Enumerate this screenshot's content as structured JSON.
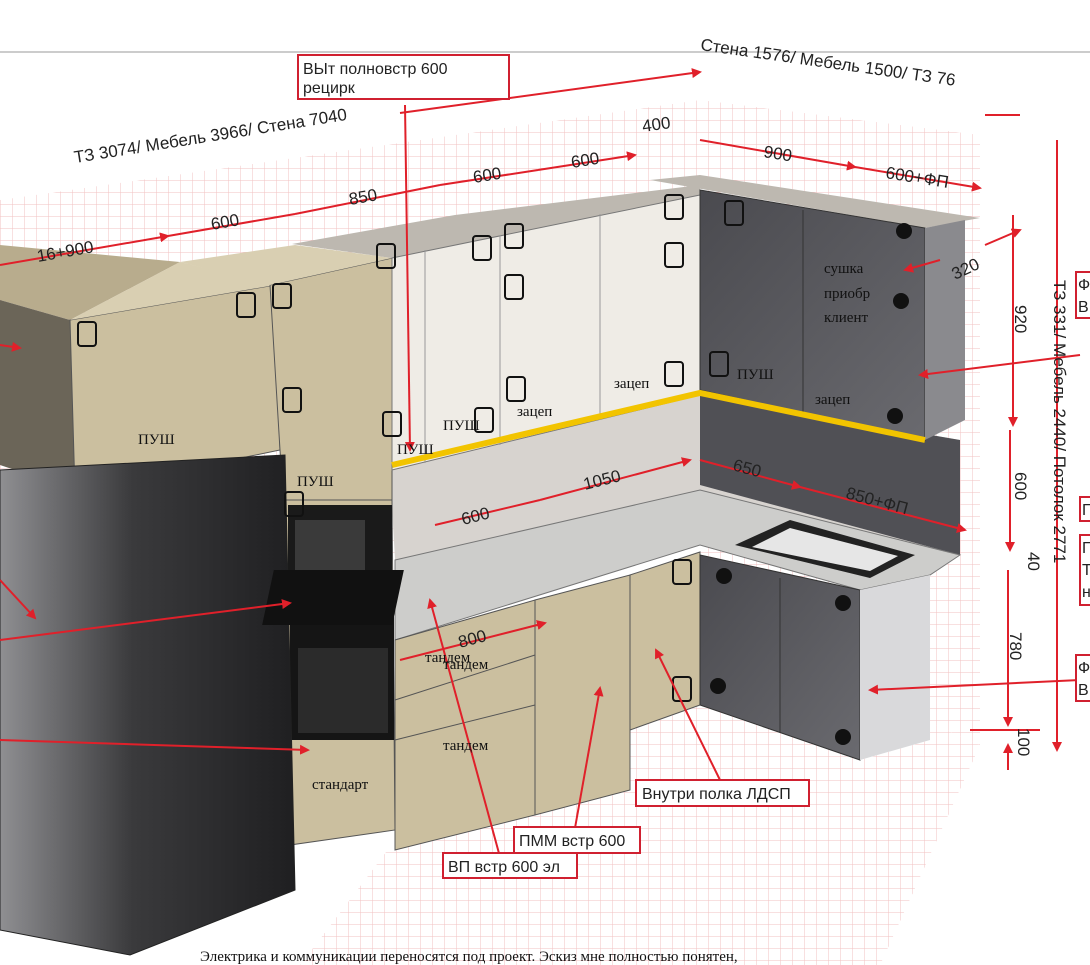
{
  "header": {
    "callout_hood": [
      "ВЫт полновстр 600",
      "рецирк"
    ],
    "dim_left_wall": "ТЗ  3074/  Мебель  3966/  Стена  7040",
    "dim_right_wall": "Стена  1576/  Мебель  1500/  ТЗ  76",
    "dim_vertical": "ТЗ  331/  Мебель  2440/  Потолок  2771"
  },
  "upper_dims": [
    "16+900",
    "600",
    "850",
    "600",
    "600",
    "400",
    "900",
    "600+ФП",
    "320"
  ],
  "vertical_dims": [
    "920",
    "600",
    "40",
    "780",
    "100"
  ],
  "lower_dims": [
    "600",
    "1050",
    "650",
    "850+ФП",
    "800"
  ],
  "notes": {
    "push": "ПУШ",
    "zacep": "зацеп",
    "tandem": "тандем",
    "standart": "стандарт",
    "dryer": [
      "сушка",
      "приобр",
      "клиент"
    ]
  },
  "callouts": {
    "shelf": "Внутри полка ЛДСП",
    "dishwasher": "ПММ встр 600",
    "oven": "ВП встр 600 эл",
    "right_f1": "Ф",
    "right_b1": "В",
    "right_p1": "П",
    "right_p2": "П",
    "right_t": "Т",
    "right_n": "н",
    "right_f2": "Ф",
    "right_b2": "В"
  },
  "footer": {
    "text": "Электрика и коммуникации переносятся под проект. Эскиз мне полностью понятен,"
  },
  "colors": {
    "dimension": "#e0202a",
    "cabinet_beige": "#cbbf9f",
    "cabinet_white": "#efece6",
    "cabinet_dark": "#56565b",
    "countertop": "#cdcdcb",
    "led": "#f2c400",
    "grid": "#f2c2c2"
  }
}
